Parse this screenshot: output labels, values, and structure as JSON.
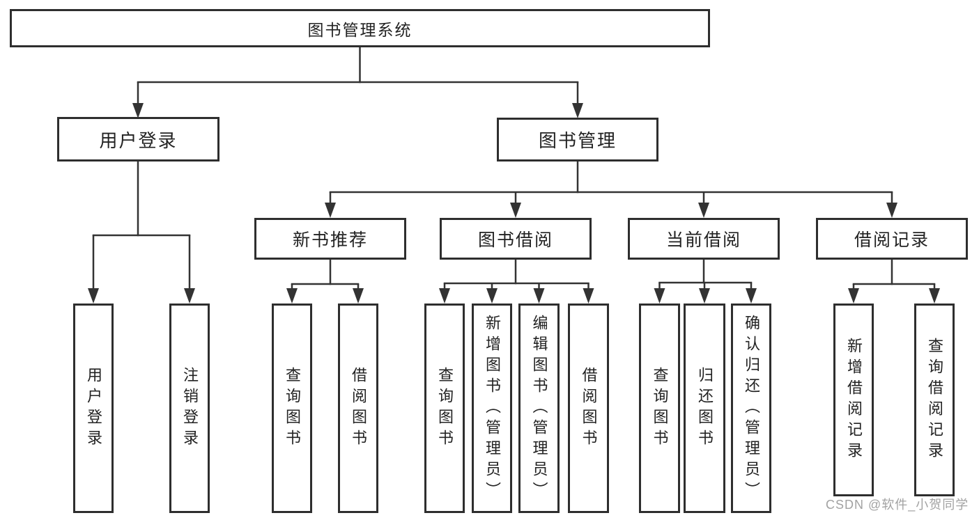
{
  "diagram": {
    "type": "hierarchy-tree",
    "root": {
      "label": "图书管理系统",
      "children": [
        {
          "label": "用户登录",
          "children": [
            {
              "label": "用户登录"
            },
            {
              "label": "注销登录"
            }
          ]
        },
        {
          "label": "图书管理",
          "children": [
            {
              "label": "新书推荐",
              "children": [
                {
                  "label": "查询图书"
                },
                {
                  "label": "借阅图书"
                }
              ]
            },
            {
              "label": "图书借阅",
              "children": [
                {
                  "label": "查询图书"
                },
                {
                  "label": "新增图书（管理员）"
                },
                {
                  "label": "编辑图书（管理员）"
                },
                {
                  "label": "借阅图书"
                }
              ]
            },
            {
              "label": "当前借阅",
              "children": [
                {
                  "label": "查询图书"
                },
                {
                  "label": "归还图书"
                },
                {
                  "label": "确认归还（管理员）"
                }
              ]
            },
            {
              "label": "借阅记录",
              "children": [
                {
                  "label": "新增借阅记录"
                },
                {
                  "label": "查询借阅记录"
                }
              ]
            }
          ]
        }
      ]
    }
  },
  "watermark": {
    "text": "CSDN @软件_小贺同学"
  },
  "colors": {
    "background": "#ffffff",
    "box_border": "#2e2e2e",
    "connector_line": "#333333",
    "text": "#222222",
    "watermark": "#a2a2a2"
  }
}
